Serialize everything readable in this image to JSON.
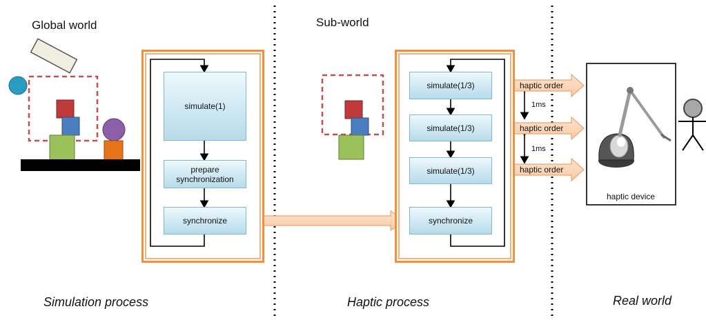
{
  "sections": {
    "global_world_label": "Global world",
    "sub_world_label": "Sub-world"
  },
  "simulation_process": {
    "caption": "Simulation process",
    "steps": {
      "simulate": "simulate(1)",
      "prepare_line1": "prepare",
      "prepare_line2": "synchronization",
      "synchronize": "synchronize"
    }
  },
  "haptic_process": {
    "caption": "Haptic process",
    "steps": {
      "simulate_1": "simulate(1/3)",
      "simulate_2": "simulate(1/3)",
      "simulate_3": "simulate(1/3)",
      "synchronize": "synchronize"
    },
    "haptic_order_1": "haptic order",
    "haptic_order_2": "haptic order",
    "haptic_order_3": "haptic order",
    "interval_1": "1ms",
    "interval_2": "1ms"
  },
  "real_world": {
    "caption": "Real world",
    "device_label": "haptic device"
  },
  "colors": {
    "orange_frame": "#f28f3d",
    "blue_box": "#cfe8f3",
    "red_block": "#c0393b",
    "blue_block": "#4a7ec0",
    "green_block": "#9bc25a",
    "orange_block": "#e8741a",
    "purple_ball": "#8c5fa8",
    "cyan_ball": "#2a9bc1",
    "dashed_red": "#c0504d"
  }
}
